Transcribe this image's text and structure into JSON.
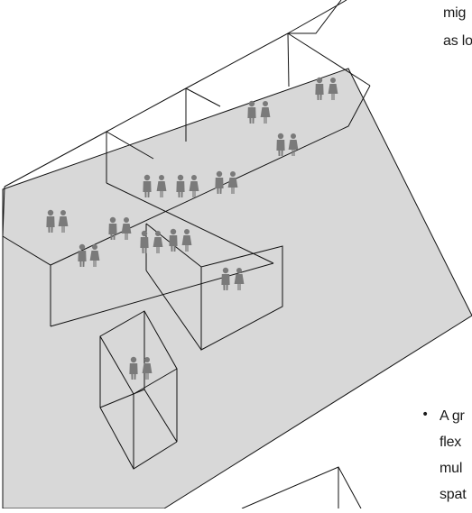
{
  "top_text": [
    "mig",
    "as lo"
  ],
  "bullet": {
    "symbol": "•",
    "lines": [
      "A gr",
      "flex",
      "mul",
      "spat"
    ]
  },
  "figures": {
    "count": 26,
    "color": "#7a7a7a"
  },
  "colors": {
    "floor": "#d8d8d8",
    "line": "#111111",
    "text": "#1a1a1a"
  }
}
